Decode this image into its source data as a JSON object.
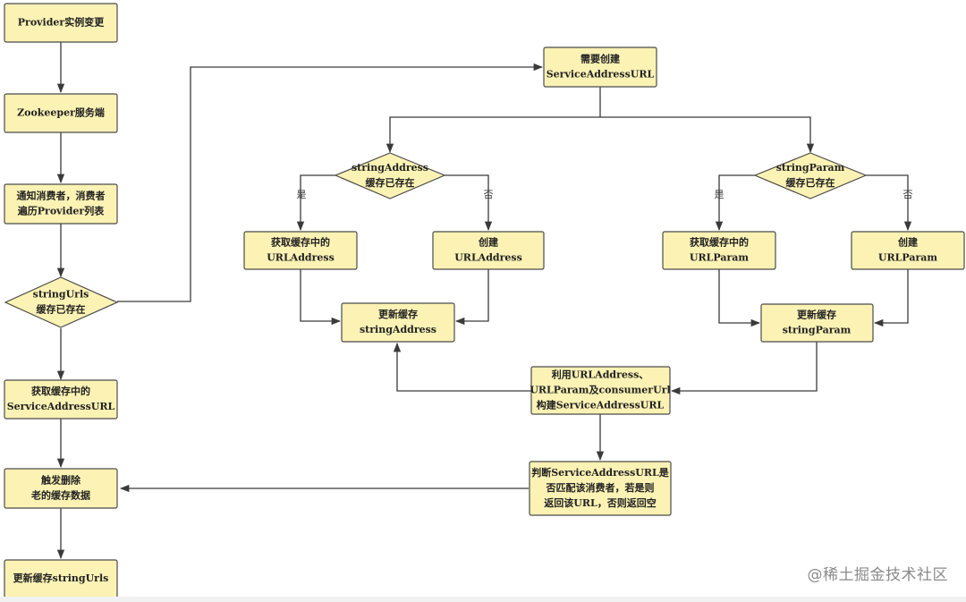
{
  "nodes": {
    "provider_change": [
      "Provider实例变更"
    ],
    "zookeeper_server": [
      "Zookeeper服务端"
    ],
    "notify_consumer": [
      "通知消费者，消费者",
      "遍历Provider列表"
    ],
    "stringurls_cached": [
      "stringUrls",
      "缓存已存在"
    ],
    "get_cached_sa_url": [
      "获取缓存中的",
      "ServiceAddressURL"
    ],
    "trigger_delete": [
      "触发删除",
      "老的缓存数据"
    ],
    "update_stringurls": [
      "更新缓存stringUrls"
    ],
    "need_create_sa_url": [
      "需要创建",
      "ServiceAddressURL"
    ],
    "stringaddress_cached": [
      "stringAddress",
      "缓存已存在"
    ],
    "get_cached_urladdress": [
      "获取缓存中的",
      "URLAddress"
    ],
    "create_urladdress": [
      "创建",
      "URLAddress"
    ],
    "update_stringaddress": [
      "更新缓存",
      "stringAddress"
    ],
    "stringparam_cached": [
      "stringParam",
      "缓存已存在"
    ],
    "get_cached_urlparam": [
      "获取缓存中的",
      "URLParam"
    ],
    "create_urlparam": [
      "创建",
      "URLParam"
    ],
    "update_stringparam": [
      "更新缓存",
      "stringParam"
    ],
    "build_sa_url": [
      "利用URLAddress、",
      "URLParam及consumerUrl",
      "构建ServiceAddressURL"
    ],
    "judge_match": [
      "判断ServiceAddressURL是",
      "否匹配该消费者，若是则",
      "返回该URL，否则返回空"
    ]
  },
  "branch_labels": {
    "address_yes": "是",
    "address_no": "否",
    "param_yes": "是",
    "param_no": "否"
  },
  "watermark": "@稀土掘金技术社区"
}
